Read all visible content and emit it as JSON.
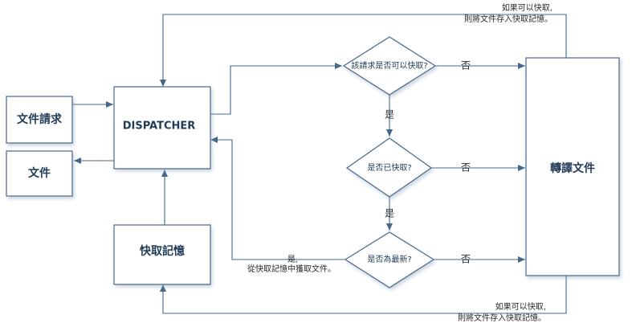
{
  "nodes": {
    "file_request": "文件請求",
    "file": "文件",
    "dispatcher": "DISPATCHER",
    "cache_memory": "快取記憶",
    "translate_file": "轉譯文件",
    "q_cacheable": "該請求是否可以快取?",
    "q_cached": "是否已快取?",
    "q_latest": "是否為最新?"
  },
  "edges": {
    "no_1": "否",
    "no_2": "否",
    "no_3": "否",
    "yes_1": "是",
    "yes_2": "是"
  },
  "notes": {
    "top_line1": "如果可以快取,",
    "top_line2": "則將文件存入快取記憶。",
    "latest_line1": "是,",
    "latest_line2": "從快取記憶中獲取文件。",
    "bottom_line1": "如果可以快取,",
    "bottom_line2": "則將文件存入快取記憶。"
  },
  "colors": {
    "stroke": "#44678c",
    "text": "#1f3b57"
  }
}
